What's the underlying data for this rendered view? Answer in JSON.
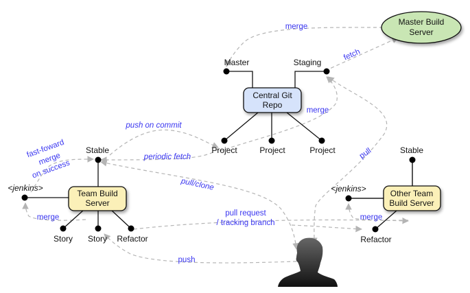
{
  "nodes": {
    "master_build_server": {
      "line1": "Master Build",
      "line2": "Server",
      "color": "#c9e6b4"
    },
    "central_git_repo": {
      "line1": "Central Git",
      "line2": "Repo",
      "color": "#d6e3fb"
    },
    "team_build_server": {
      "line1": "Team Build",
      "line2": "Server",
      "color": "#fbf0b8"
    },
    "other_team_build_server": {
      "line1": "Other Team",
      "line2": "Build Server",
      "color": "#fbf0b8"
    },
    "developer": {
      "icon": "person-silhouette-icon"
    }
  },
  "branches": {
    "master": "Master",
    "staging": "Staging",
    "project_1": "Project",
    "project_2": "Project",
    "project_3": "Project",
    "stable": "Stable",
    "jenkins": "<jenkins>",
    "story_1": "Story",
    "story_2": "Story",
    "refactor": "Refactor",
    "other_stable": "Stable",
    "other_jenkins": "<jenkins>",
    "other_refactor": "Refactor"
  },
  "edges": {
    "merge_top": "merge",
    "fetch": "fetch",
    "merge_central": "merge",
    "push_on_commit": "push on commit",
    "periodic_fetch": "periodic fetch",
    "fast_forward_1": "fast-foward",
    "fast_forward_2": "merge",
    "fast_forward_3": "on success",
    "pull_clone": "pull/clone",
    "pull": "pull",
    "merge_team": "merge",
    "merge_other": "merge",
    "pull_request_1": "pull request",
    "pull_request_2": "/ tracking branch",
    "push": "push"
  },
  "colors": {
    "edge_label": "#3a36f0",
    "dashed_edge": "#b4b4b4"
  }
}
